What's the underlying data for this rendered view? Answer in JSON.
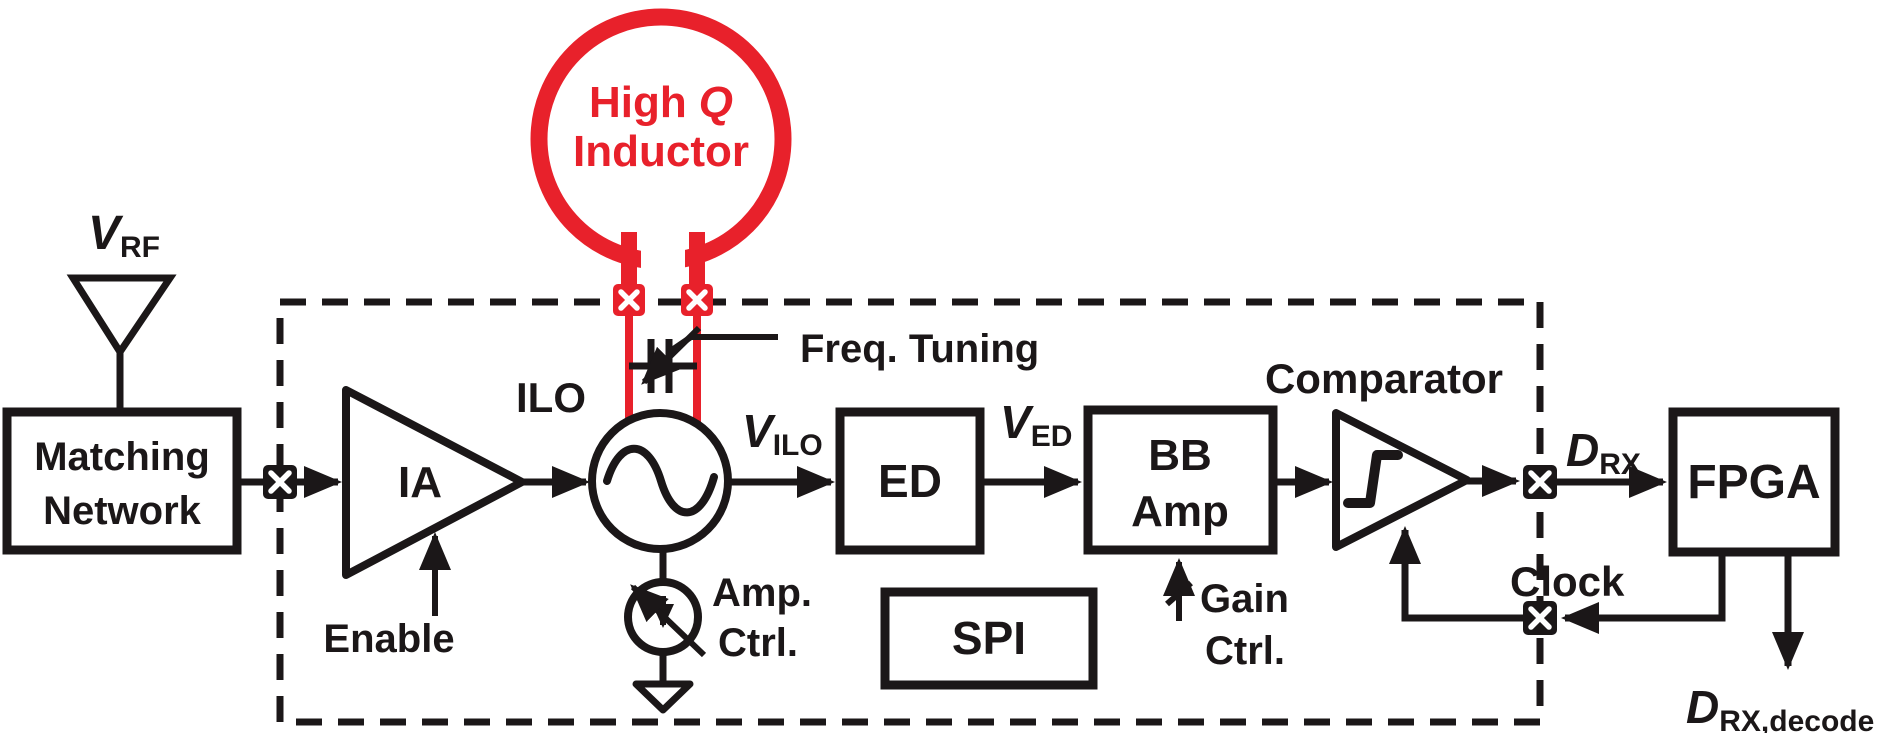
{
  "colors": {
    "ink": "#1B1718",
    "accent_red": "#E8212B"
  },
  "labels": {
    "v_rf": {
      "base": "V",
      "sub": "RF"
    },
    "matching_network": {
      "line1": "Matching",
      "line2": "Network"
    },
    "ia": "IA",
    "enable": "Enable",
    "ilo": "ILO",
    "high_q_inductor": {
      "word": "High",
      "q": "Q",
      "line2": "Inductor"
    },
    "freq_tuning": "Freq. Tuning",
    "v_ilo": {
      "base": "V",
      "sub": "ILO"
    },
    "ed": "ED",
    "v_ed": {
      "base": "V",
      "sub": "ED"
    },
    "bb_amp": {
      "line1": "BB",
      "line2": "Amp"
    },
    "amp_ctrl": {
      "line1": "Amp.",
      "line2": "Ctrl."
    },
    "spi": "SPI",
    "gain_ctrl": {
      "line1": "Gain",
      "line2": "Ctrl."
    },
    "comparator": "Comparator",
    "d_rx": {
      "base": "D",
      "sub": "RX"
    },
    "fpga": "FPGA",
    "clock": "Clock",
    "d_rx_decode": {
      "base": "D",
      "sub": "RX,decode"
    }
  }
}
